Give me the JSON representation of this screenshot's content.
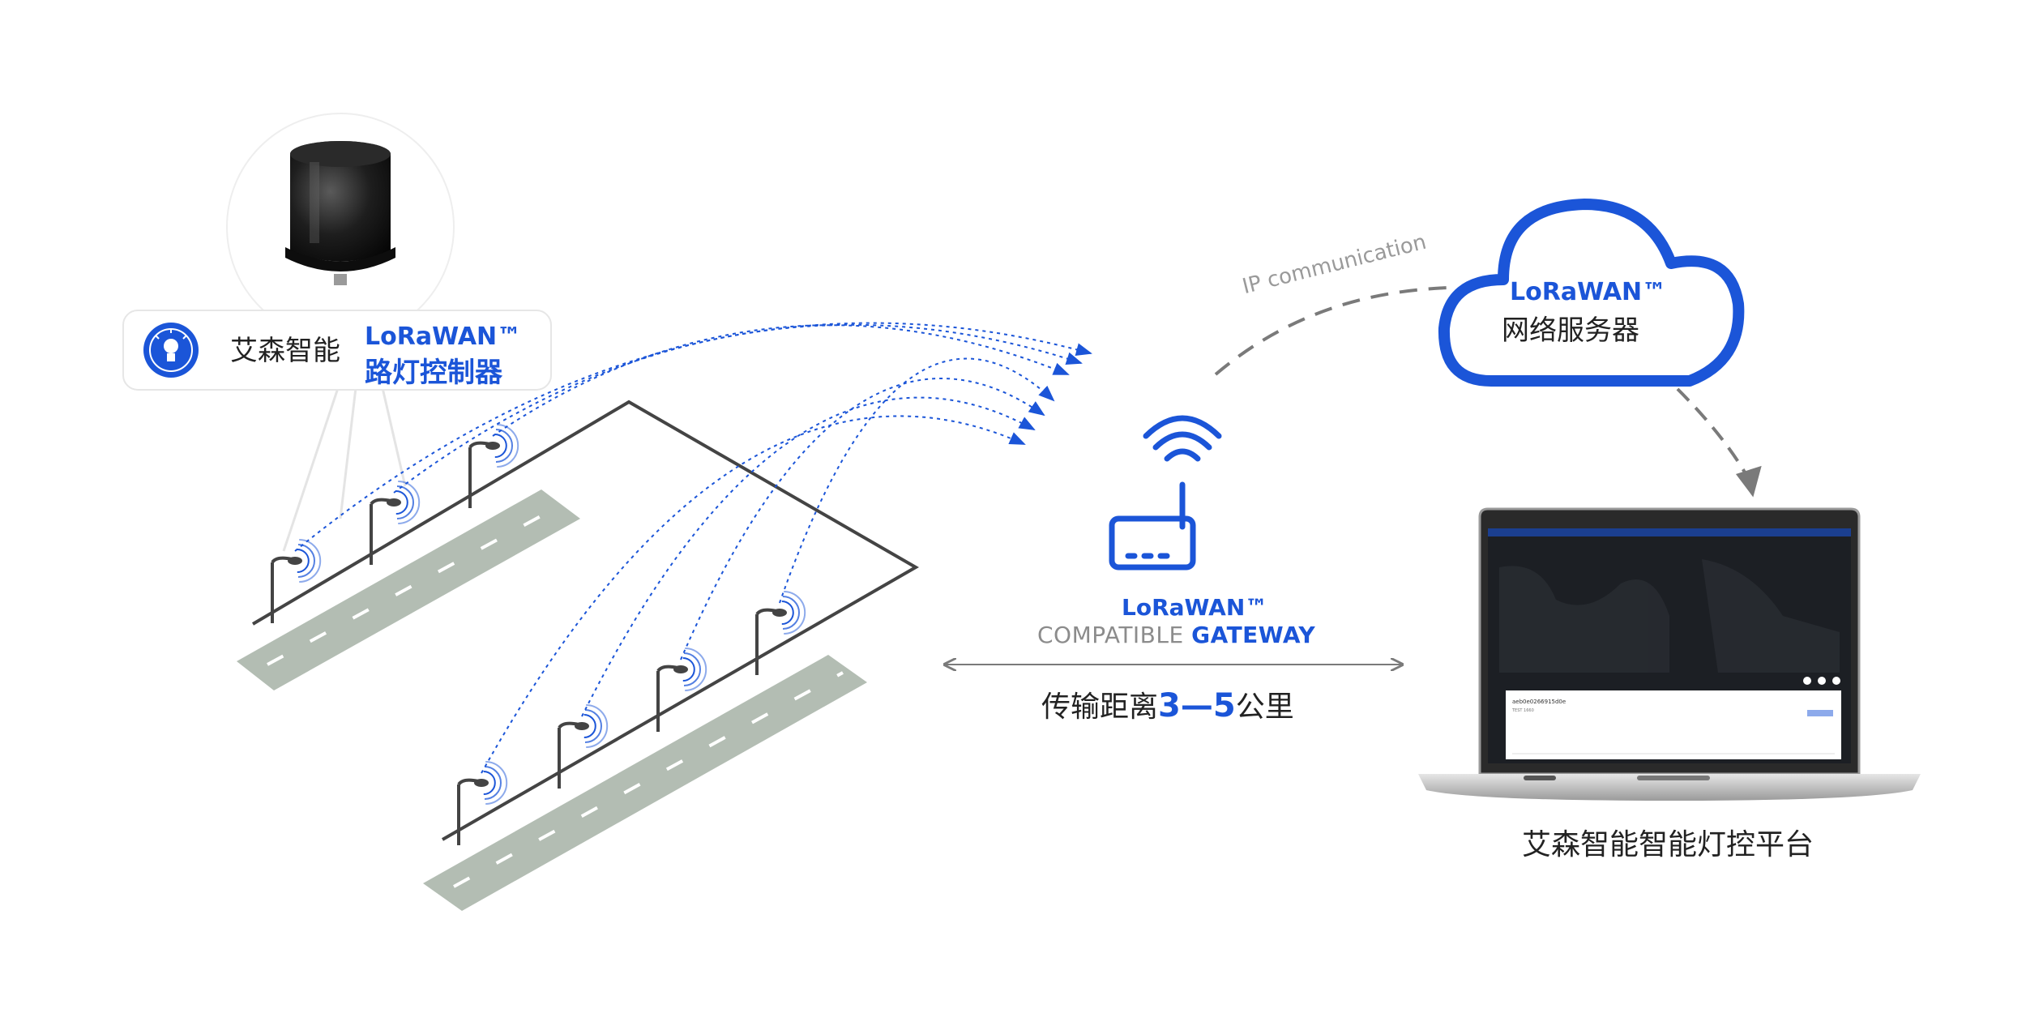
{
  "controller_label": {
    "brand": "艾森智能",
    "protocol": "LoRaWAN™",
    "product": "路灯控制器"
  },
  "gateway_label": {
    "line1": "LoRaWAN™",
    "line2_prefix": "COMPATIBLE",
    "line2_emphasis": "GATEWAY"
  },
  "distance_label": {
    "prefix": "传输距离",
    "value": "3—5",
    "unit": "公里"
  },
  "network_link_label": "IP communication",
  "cloud_label": {
    "line1": "LoRaWAN™",
    "line2": "网络服务器"
  },
  "platform_label": "艾森智能智能灯控平台",
  "laptop_screen": {
    "device_id": "aeb0e0266915d0e",
    "sub": "TEST 1660"
  },
  "colors": {
    "accent": "#1b55d8",
    "road": "#b3bdb3",
    "line_dark": "#444444",
    "arrow_gray": "#7a7a7a"
  },
  "icons": [
    "lightbulb-icon",
    "wifi-icon",
    "router-icon",
    "cloud-icon",
    "laptop-icon",
    "controller-device-icon",
    "streetlight-icon"
  ]
}
